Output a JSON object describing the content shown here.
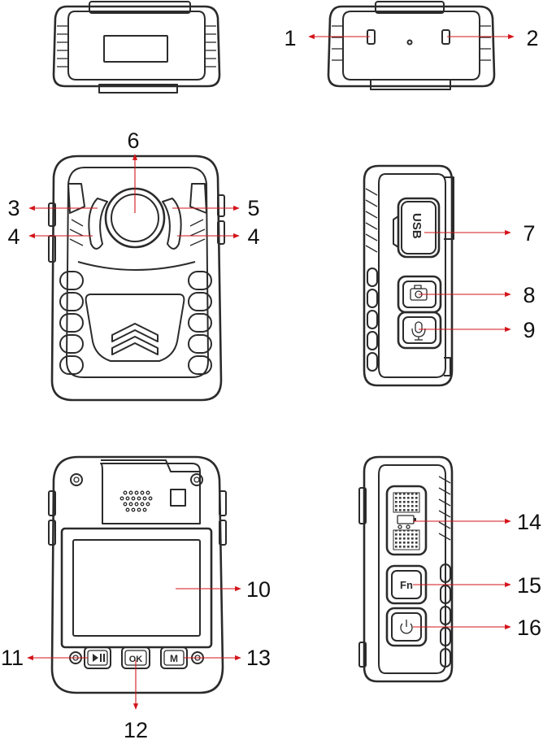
{
  "callouts": {
    "c1": "1",
    "c2": "2",
    "c3": "3",
    "c4a": "4",
    "c4b": "4",
    "c5": "5",
    "c6": "6",
    "c7": "7",
    "c8": "8",
    "c9": "9",
    "c10": "10",
    "c11": "11",
    "c12": "12",
    "c13": "13",
    "c14": "14",
    "c15": "15",
    "c16": "16"
  },
  "buttons": {
    "usb": "USB",
    "ok": "OK",
    "menu": "M",
    "fn": "Fn"
  },
  "colors": {
    "outline": "#2b2b2b",
    "arrow": "#d3141a"
  },
  "icons": [
    "camera-icon",
    "microphone-icon",
    "power-icon",
    "play-pause-icon",
    "battery-icon"
  ]
}
